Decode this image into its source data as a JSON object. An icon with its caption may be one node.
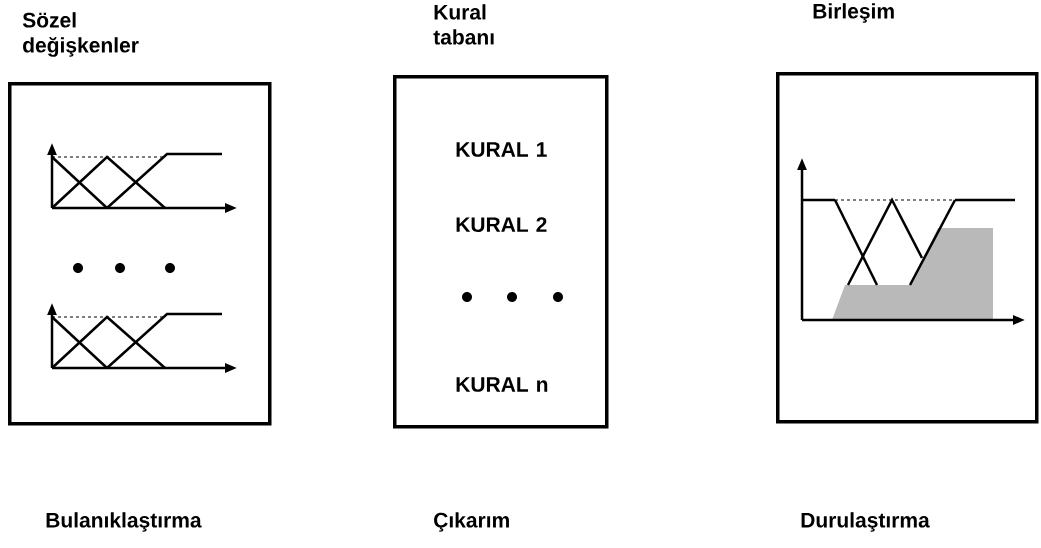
{
  "diagram": {
    "nodes": [
      {
        "text": [
          "Sözel değişkenler"
        ]
      },
      {
        "text": [
          "Kural tabanı",
          "KURAL 1",
          "KURAL 2",
          "KURAL n"
        ]
      },
      {
        "text": [
          "Birleşim"
        ]
      }
    ],
    "labels": [
      "Bulanıklaştırma",
      "Çıkarım",
      "Durulaştırma"
    ]
  }
}
